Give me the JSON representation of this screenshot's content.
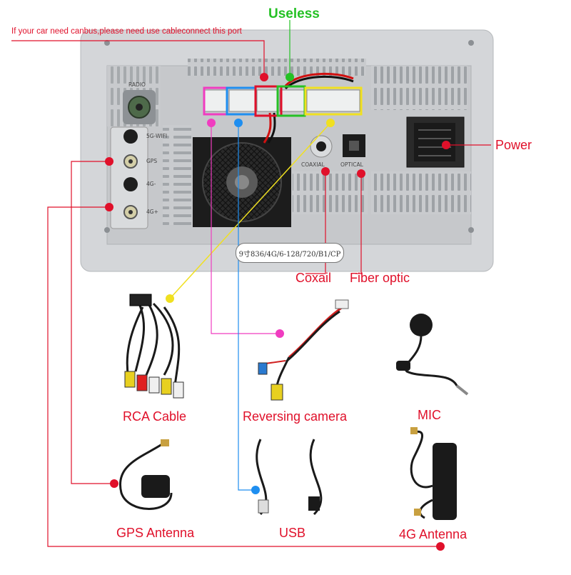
{
  "labels": {
    "useless": "Useless",
    "canbus_note": "If your car need canbus,please need use cableconnect this port",
    "power": "Power",
    "coaxail": "Coxail",
    "fiber_optic": "Fiber optic"
  },
  "panel": {
    "model_text": "9寸836/4G/6-128/720/B1/CP",
    "radio": "RADIO",
    "wifi": "5G-WIFI",
    "gps": "GPS",
    "g4_a": "4G-",
    "g4_b": "4G+",
    "coaxial": "COAXIAL",
    "optical": "OPTICAL"
  },
  "accessories": [
    {
      "name": "RCA Cable"
    },
    {
      "name": "Reversing camera"
    },
    {
      "name": "MIC"
    },
    {
      "name": "GPS Antenna"
    },
    {
      "name": "USB"
    },
    {
      "name": "4G Antenna"
    }
  ],
  "colors": {
    "red": "#e0102a",
    "green": "#25c125",
    "pink": "#f03cc0",
    "blue": "#1e8ef0",
    "yellow": "#f0e020",
    "panel": "#d6d8da"
  }
}
